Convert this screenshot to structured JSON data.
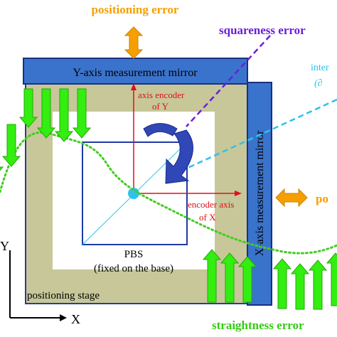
{
  "labels": {
    "positioning_error_top": "positioning error",
    "squareness_error": "squareness error",
    "interferometer_partial": "inter",
    "interferometer_partial_2": "(∂",
    "positioning_error_right_partial": "po",
    "straightness_error": "straightness error",
    "y_mirror": "Y-axis measurement  mirror",
    "x_mirror": "X-axis measurement  mirror",
    "y_encoder_line1": "axis encoder",
    "y_encoder_line2": "of Y",
    "x_encoder_line1": "encoder  axis",
    "x_encoder_line2": "of X",
    "pbs_title": "PBS",
    "pbs_subtitle": "(fixed on the base)",
    "positioning_stage": "positioning stage",
    "axis_x": "X",
    "axis_y": "Y"
  },
  "colors": {
    "orange": "#f5a000",
    "purple": "#6a1fd6",
    "cyan": "#2ec2ea",
    "green": "#33ee11",
    "dotted_green": "#44cc22",
    "blue_mirror": "#3a73cc",
    "stage_olive": "#c7c79a",
    "red_text": "#e0101a",
    "dark_blue": "#1f3aa6"
  }
}
